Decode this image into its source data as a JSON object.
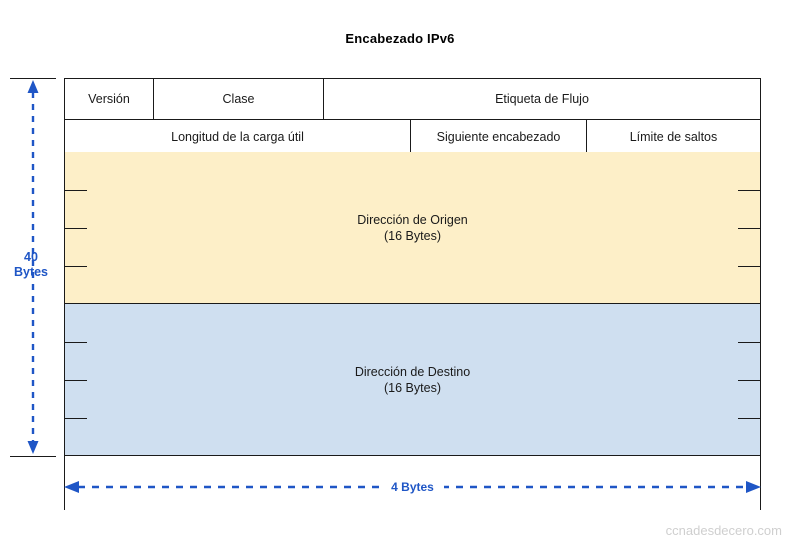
{
  "diagram": {
    "title": "Encabezado IPv6",
    "watermark": "ccnadesdecero.com",
    "colors": {
      "source_block": "#FDEFC8",
      "destination_block": "#CFDFF0",
      "measure_blue": "#1F56C6",
      "border": "#1A1A1A",
      "watermark": "#CFCFCF"
    },
    "header_rows": [
      {
        "name": "row-1",
        "fields": [
          {
            "label": "Versión"
          },
          {
            "label": "Clase"
          },
          {
            "label": "Etiqueta de Flujo"
          }
        ]
      },
      {
        "name": "row-2",
        "fields": [
          {
            "label": "Longitud de la carga útil"
          },
          {
            "label": "Siguiente encabezado"
          },
          {
            "label": "Límite de saltos"
          }
        ]
      }
    ],
    "address_blocks": [
      {
        "name": "source-address",
        "label": "Dirección de Origen",
        "size": "(16 Bytes)"
      },
      {
        "name": "destination-address",
        "label": "Dirección de Destino",
        "size": "(16 Bytes)"
      }
    ],
    "measures": {
      "vertical": {
        "value": "40",
        "unit": "Bytes",
        "orientation": "vertical",
        "arrow": "double-headed-dashed"
      },
      "horizontal": {
        "label": "4 Bytes",
        "orientation": "horizontal",
        "arrow": "double-headed-dashed"
      }
    }
  }
}
